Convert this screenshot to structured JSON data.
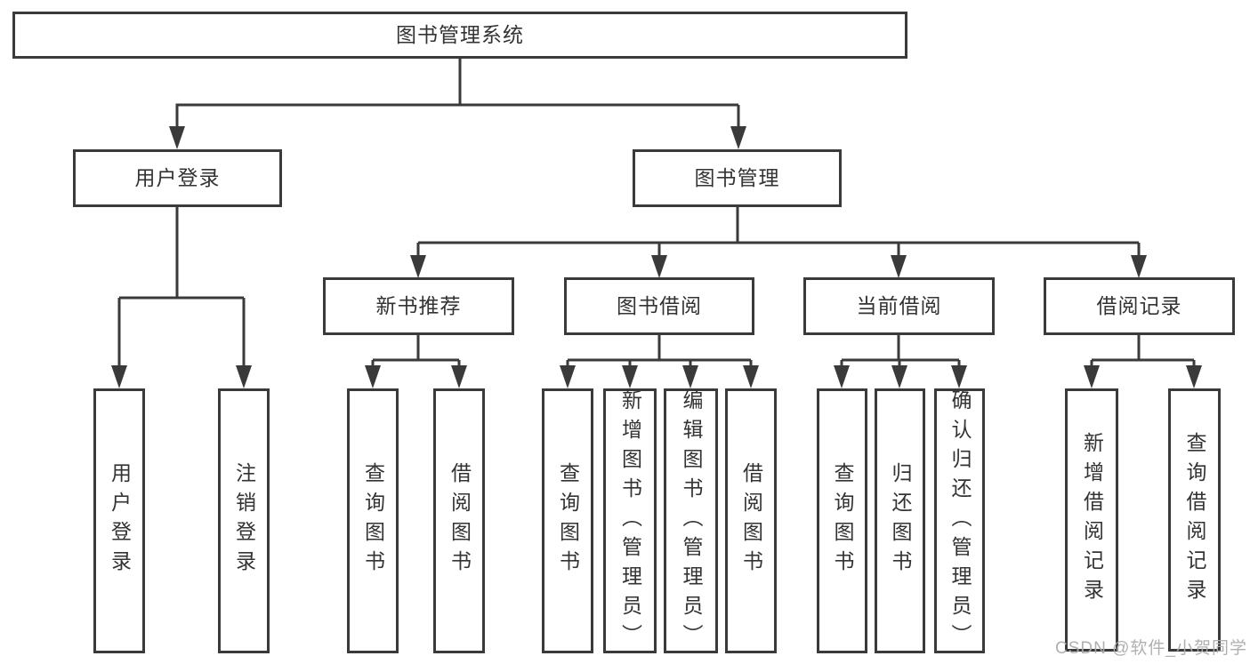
{
  "tree": {
    "label": "图书管理系统",
    "children": [
      {
        "label": "用户登录",
        "children": [
          {
            "label": "用户登录"
          },
          {
            "label": "注销登录"
          }
        ]
      },
      {
        "label": "图书管理",
        "children": [
          {
            "label": "新书推荐",
            "children": [
              {
                "label": "查询图书"
              },
              {
                "label": "借阅图书"
              }
            ]
          },
          {
            "label": "图书借阅",
            "children": [
              {
                "label": "查询图书"
              },
              {
                "label": "新增图书（管理员）"
              },
              {
                "label": "编辑图书（管理员）"
              },
              {
                "label": "借阅图书"
              }
            ]
          },
          {
            "label": "当前借阅",
            "children": [
              {
                "label": "查询图书"
              },
              {
                "label": "归还图书"
              },
              {
                "label": "确认归还（管理员）"
              }
            ]
          },
          {
            "label": "借阅记录",
            "children": [
              {
                "label": "新增借阅记录"
              },
              {
                "label": "查询借阅记录"
              }
            ]
          }
        ]
      }
    ]
  },
  "watermark": {
    "text": "CSDN @软件_小贺同学"
  },
  "colors": {
    "line": "#3a3a3a",
    "text": "#333333",
    "watermark": "#acacac",
    "background": "#ffffff"
  }
}
